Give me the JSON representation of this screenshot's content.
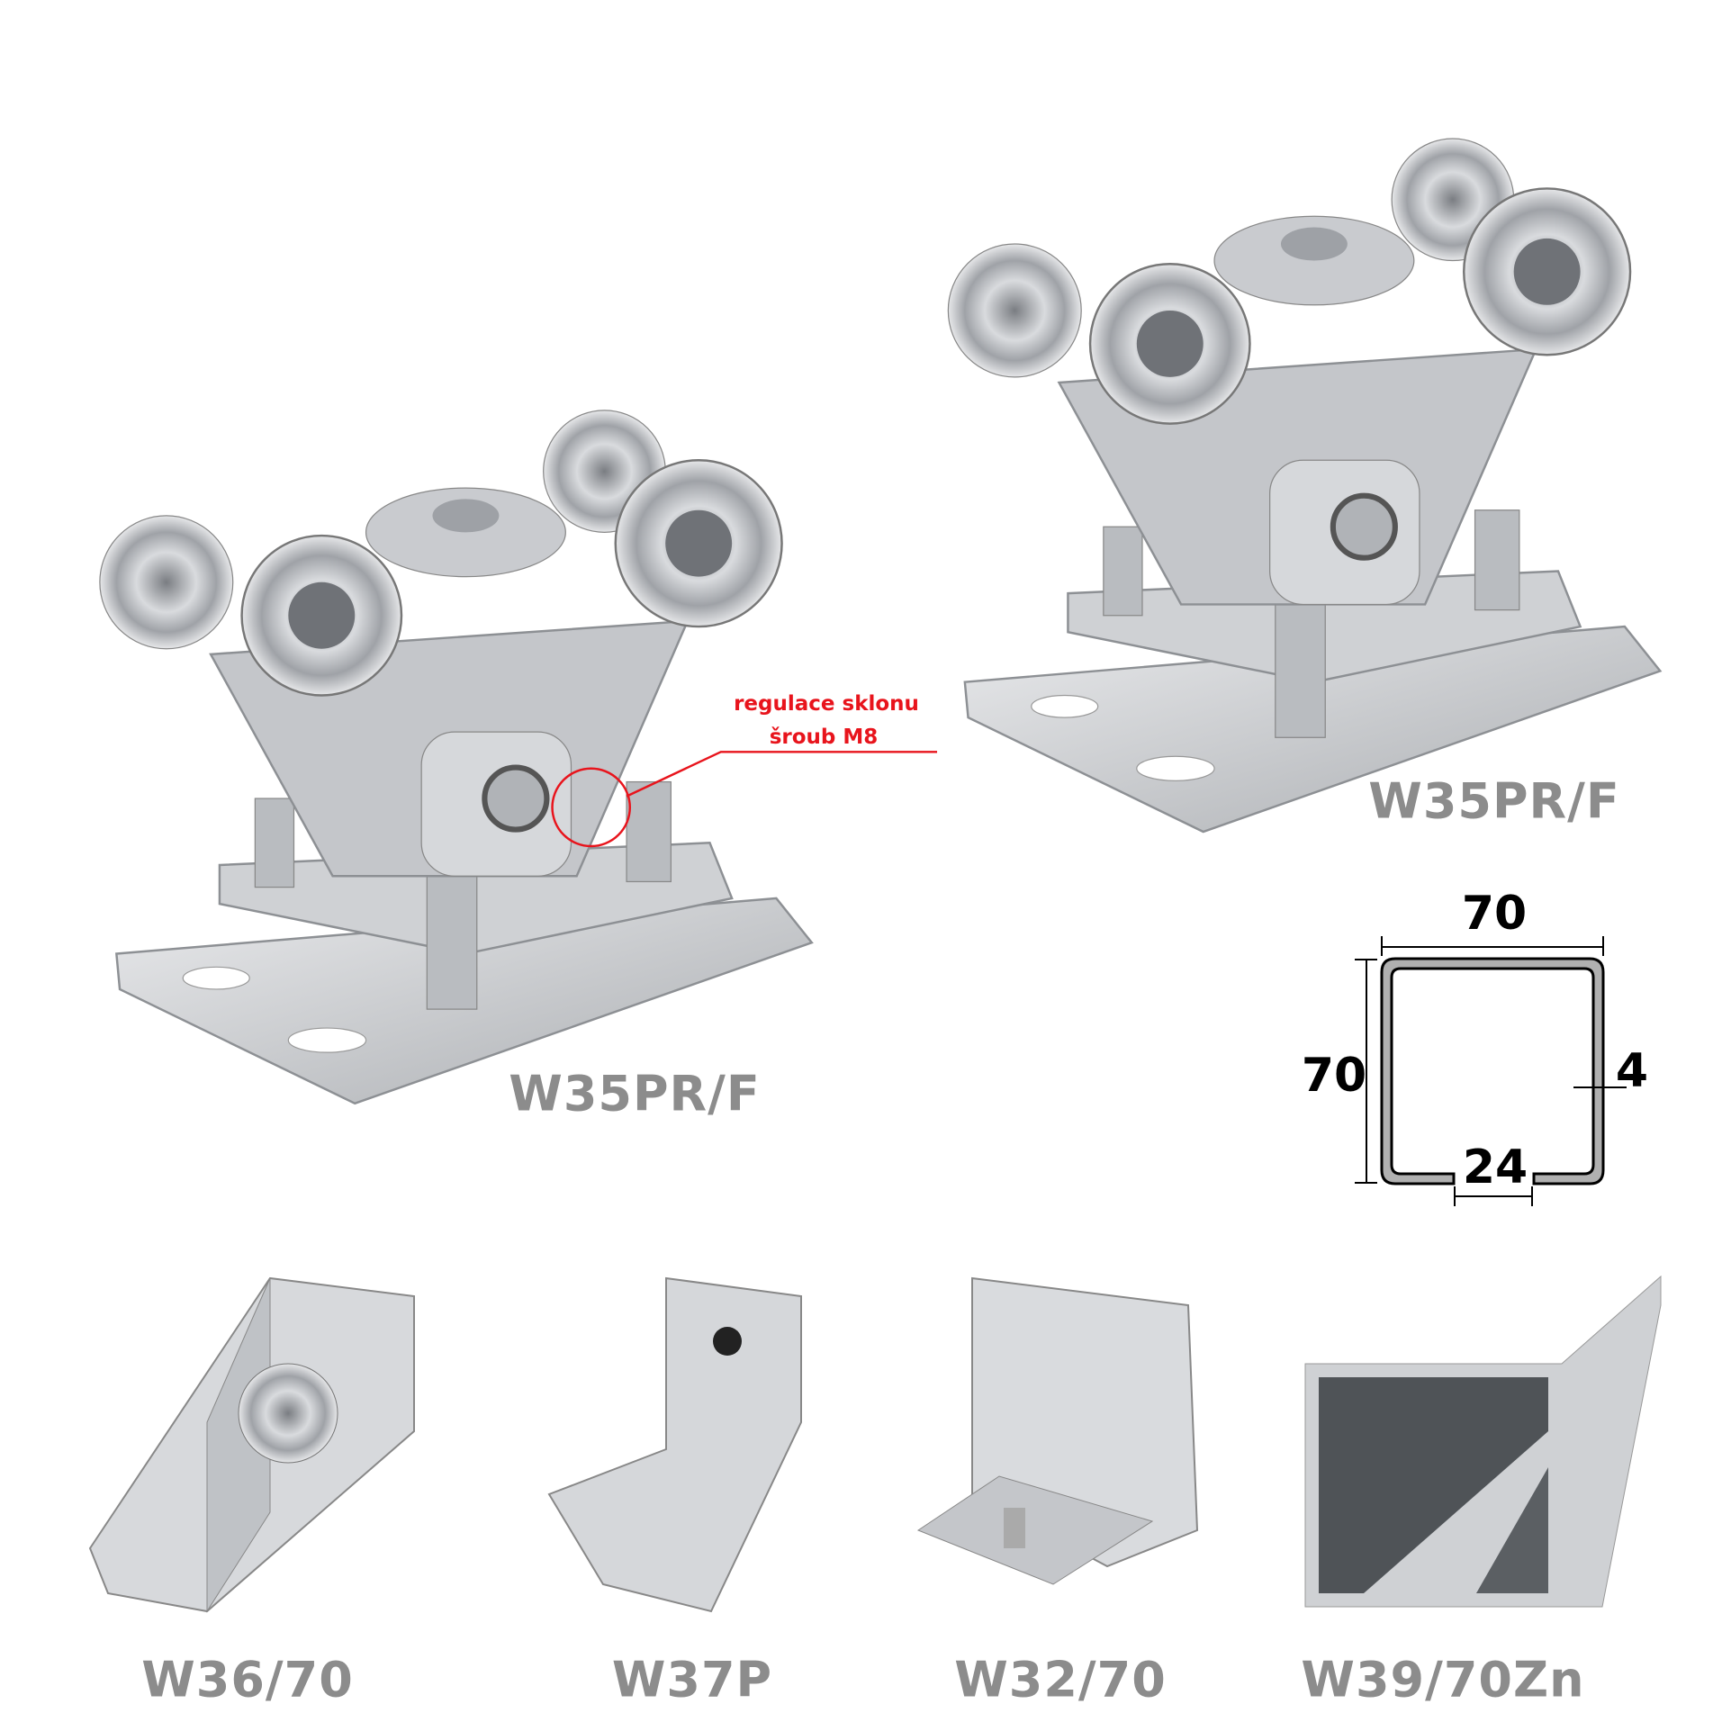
{
  "products": [
    {
      "label": "W35PR/F",
      "position_word": "center-left"
    },
    {
      "label": "W35PR/F",
      "position_word": "top-right"
    },
    {
      "label": "W36/70"
    },
    {
      "label": "W37P"
    },
    {
      "label": "W32/70"
    },
    {
      "label": "W39/70Zn"
    }
  ],
  "annotation": {
    "line1": "regulace sklonu",
    "line2": "šroub M8",
    "color": "#e8141c"
  },
  "profile_dimensions": {
    "width": "70",
    "height": "70",
    "thickness": "4",
    "opening": "24"
  },
  "colors": {
    "label": "#8c8c8c",
    "metal": "#c8cace",
    "background": "#ffffff"
  }
}
